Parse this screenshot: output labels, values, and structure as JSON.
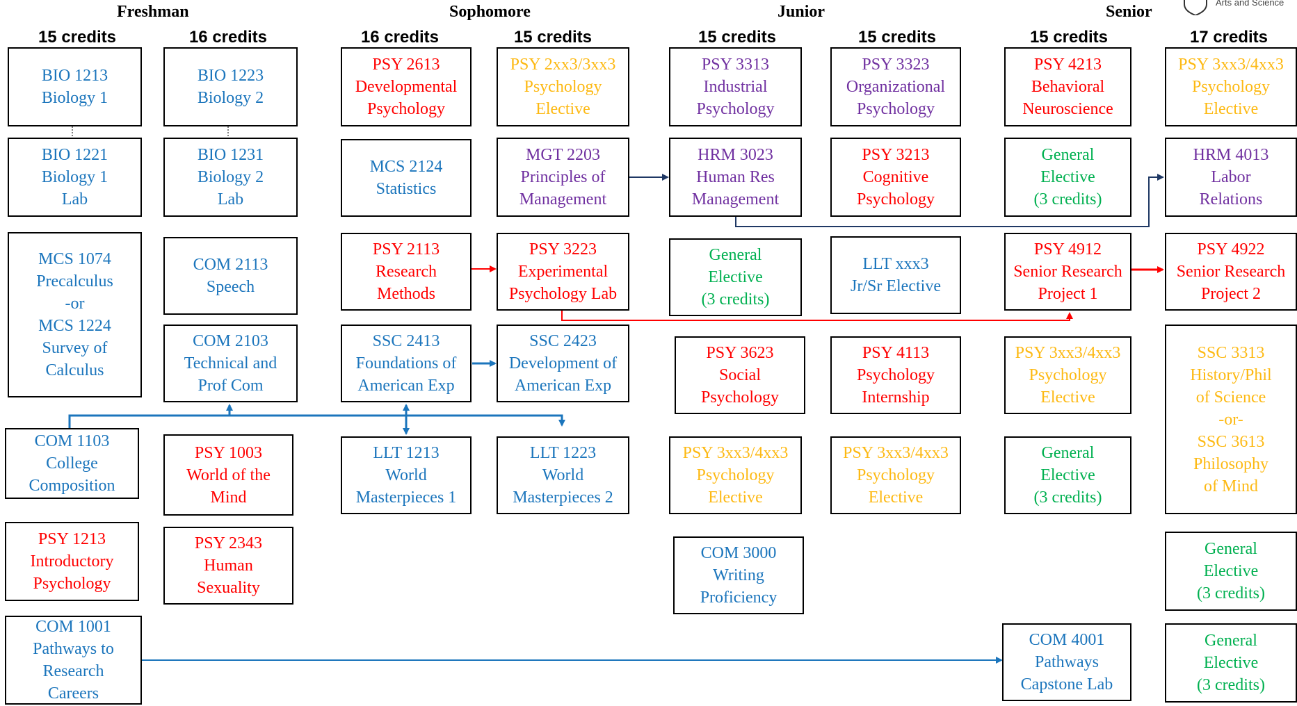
{
  "colors": {
    "blue": "#1b75bc",
    "red": "#ff0000",
    "yellow": "#fdb913",
    "purple": "#7030a0",
    "green": "#00b050",
    "navy": "#1f3864"
  },
  "logo": {
    "icon": "shield-icon",
    "text": "Arts and Science"
  },
  "years": [
    {
      "label": "Freshman"
    },
    {
      "label": "Sophomore"
    },
    {
      "label": "Junior"
    },
    {
      "label": "Senior"
    }
  ],
  "semesters": [
    {
      "credits": "15 credits"
    },
    {
      "credits": "16 credits"
    },
    {
      "credits": "16 credits"
    },
    {
      "credits": "15 credits"
    },
    {
      "credits": "15  credits"
    },
    {
      "credits": "15 credits"
    },
    {
      "credits": "15 credits"
    },
    {
      "credits": "17 credits"
    }
  ],
  "courses": [
    {
      "color": "blue",
      "lines": [
        "BIO 1213",
        "Biology 1"
      ]
    },
    {
      "color": "blue",
      "lines": [
        "BIO 1221",
        "Biology 1",
        "Lab"
      ]
    },
    {
      "color": "blue",
      "lines": [
        "MCS 1074",
        "Precalculus",
        "-or",
        "MCS 1224",
        "Survey of",
        "Calculus"
      ]
    },
    {
      "color": "blue",
      "lines": [
        "COM 1103",
        "College",
        "Composition"
      ]
    },
    {
      "color": "red",
      "lines": [
        "PSY 1213",
        "Introductory",
        "Psychology"
      ]
    },
    {
      "color": "blue",
      "lines": [
        "COM 1001",
        "Pathways to",
        "Research",
        "Careers"
      ]
    },
    {
      "color": "blue",
      "lines": [
        "BIO 1223",
        "Biology 2"
      ]
    },
    {
      "color": "blue",
      "lines": [
        "BIO 1231",
        "Biology 2",
        "Lab"
      ]
    },
    {
      "color": "blue",
      "lines": [
        "COM 2113",
        "Speech"
      ]
    },
    {
      "color": "blue",
      "lines": [
        "COM 2103",
        "Technical and",
        "Prof Com"
      ]
    },
    {
      "color": "red",
      "lines": [
        "PSY 1003",
        "World of the",
        "Mind"
      ]
    },
    {
      "color": "red",
      "lines": [
        "PSY 2343",
        "Human",
        "Sexuality"
      ]
    },
    {
      "color": "red",
      "lines": [
        "PSY 2613",
        "Developmental",
        "Psychology"
      ]
    },
    {
      "color": "blue",
      "lines": [
        "MCS 2124",
        "Statistics"
      ]
    },
    {
      "color": "red",
      "lines": [
        "PSY 2113",
        "Research",
        "Methods"
      ]
    },
    {
      "color": "blue",
      "lines": [
        "SSC 2413",
        "Foundations of",
        "American Exp"
      ]
    },
    {
      "color": "blue",
      "lines": [
        "LLT 1213",
        "World",
        "Masterpieces 1"
      ]
    },
    {
      "color": "yellow",
      "lines": [
        "PSY 2xx3/3xx3",
        "Psychology",
        "Elective"
      ]
    },
    {
      "color": "purple",
      "lines": [
        "MGT 2203",
        "Principles of",
        "Management"
      ]
    },
    {
      "color": "red",
      "lines": [
        "PSY 3223",
        "Experimental",
        "Psychology Lab"
      ]
    },
    {
      "color": "blue",
      "lines": [
        "SSC 2423",
        "Development of",
        "American Exp"
      ]
    },
    {
      "color": "blue",
      "lines": [
        "LLT 1223",
        "World",
        "Masterpieces 2"
      ]
    },
    {
      "color": "purple",
      "lines": [
        "PSY 3313",
        "Industrial",
        "Psychology"
      ]
    },
    {
      "color": "purple",
      "lines": [
        "HRM 3023",
        "Human Res",
        "Management"
      ]
    },
    {
      "color": "green",
      "lines": [
        "General",
        "Elective",
        "(3 credits)"
      ]
    },
    {
      "color": "red",
      "lines": [
        "PSY 3623",
        "Social",
        "Psychology"
      ]
    },
    {
      "color": "yellow",
      "lines": [
        "PSY 3xx3/4xx3",
        "Psychology",
        "Elective"
      ]
    },
    {
      "color": "blue",
      "lines": [
        "COM 3000",
        "Writing",
        "Proficiency"
      ]
    },
    {
      "color": "purple",
      "lines": [
        "PSY 3323",
        "Organizational",
        "Psychology"
      ]
    },
    {
      "color": "red",
      "lines": [
        "PSY 3213",
        "Cognitive",
        "Psychology"
      ]
    },
    {
      "color": "blue",
      "lines": [
        "LLT xxx3",
        "Jr/Sr Elective"
      ]
    },
    {
      "color": "red",
      "lines": [
        "PSY 4113",
        "Psychology",
        "Internship"
      ]
    },
    {
      "color": "yellow",
      "lines": [
        "PSY 3xx3/4xx3",
        "Psychology",
        "Elective"
      ]
    },
    {
      "color": "red",
      "lines": [
        "PSY 4213",
        "Behavioral",
        "Neuroscience"
      ]
    },
    {
      "color": "green",
      "lines": [
        "General",
        "Elective",
        "(3 credits)"
      ]
    },
    {
      "color": "red",
      "lines": [
        "PSY 4912",
        "Senior Research",
        "Project 1"
      ]
    },
    {
      "color": "yellow",
      "lines": [
        "PSY 3xx3/4xx3",
        "Psychology",
        "Elective"
      ]
    },
    {
      "color": "green",
      "lines": [
        "General",
        "Elective",
        "(3 credits)"
      ]
    },
    {
      "color": "blue",
      "lines": [
        "COM 4001",
        "Pathways",
        "Capstone Lab"
      ]
    },
    {
      "color": "yellow",
      "lines": [
        "PSY 3xx3/4xx3",
        "Psychology",
        "Elective"
      ]
    },
    {
      "color": "purple",
      "lines": [
        "HRM 4013",
        "Labor",
        "Relations"
      ]
    },
    {
      "color": "red",
      "lines": [
        "PSY 4922",
        "Senior Research",
        "Project 2"
      ]
    },
    {
      "color": "yellow",
      "lines": [
        "SSC 3313",
        "History/Phil",
        "of Science",
        "-or-",
        "SSC 3613",
        "Philosophy",
        "of Mind"
      ]
    },
    {
      "color": "green",
      "lines": [
        "General",
        "Elective",
        "(3 credits)"
      ]
    },
    {
      "color": "green",
      "lines": [
        "General",
        "Elective",
        "(3 credits)"
      ]
    }
  ]
}
